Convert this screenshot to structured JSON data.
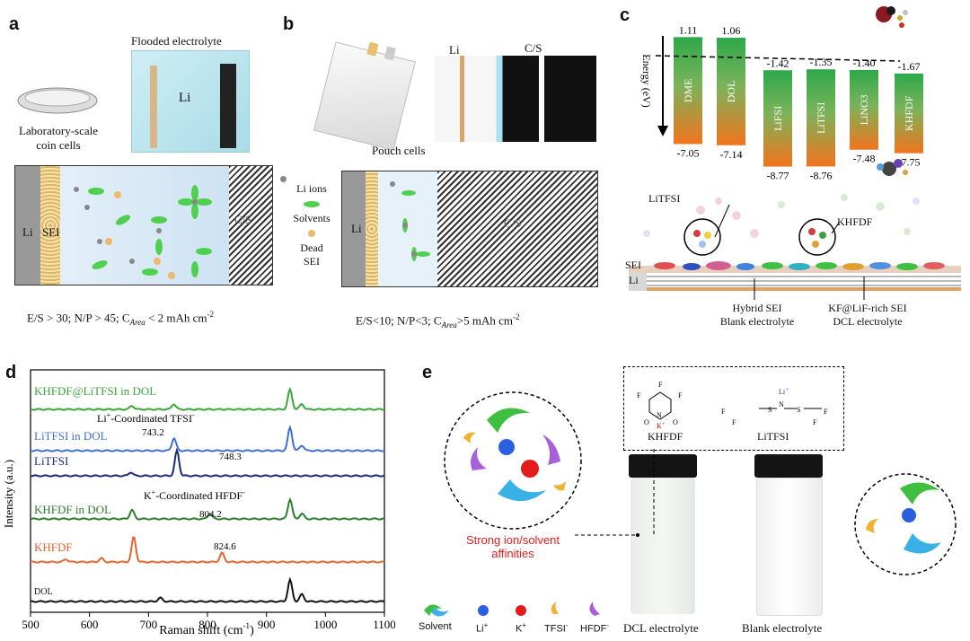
{
  "panels": {
    "a": {
      "label": "a",
      "flooded": "Flooded electrolyte",
      "li": "Li",
      "coin1": "Laboratory-scale",
      "coin2": "coin cells",
      "sei": "SEI",
      "li_side": "Li",
      "cs": "C/S",
      "condition": "E/S > 30; N/P  > 45; C",
      "condition_sub": "Area",
      "condition_tail": " < 2 mAh cm",
      "condition_sup": "-2"
    },
    "b": {
      "label": "b",
      "li_top": "Li",
      "cs_top": "C/S",
      "pouch": "Pouch cells",
      "li": "Li",
      "cs": "C/S",
      "legend_li_ions": "Li ions",
      "legend_solvents": "Solvents",
      "legend_dead1": "Dead",
      "legend_dead2": "SEI",
      "condition": "E/S<10; N/P<3; C",
      "condition_sub": "Area",
      "condition_tail": ">5 mAh cm",
      "condition_sup": "-2"
    },
    "c": {
      "label": "c",
      "yaxis": "Energy (eV)",
      "bars": [
        {
          "name": "DME",
          "top": "1.11",
          "bottom": "-7.05"
        },
        {
          "name": "DOL",
          "top": "1.06",
          "bottom": "-7.14"
        },
        {
          "name": "LiFSI",
          "top": "-1.42",
          "bottom": "-8.77"
        },
        {
          "name": "LiTFSI",
          "top": "-1.35",
          "bottom": "-8.76"
        },
        {
          "name": "LiNO3",
          "top": "-1.40",
          "bottom": "-7.48"
        },
        {
          "name": "KHFDF",
          "top": "-1.67",
          "bottom": "-7.75"
        }
      ],
      "litfsi": "LiTFSI",
      "khfdf": "KHFDF",
      "sei": "SEI",
      "li": "Li",
      "left1": "Hybrid SEI",
      "left2": "Blank electrolyte",
      "right1": "KF@LiF-rich SEI",
      "right2": "DCL electrolyte"
    },
    "d": {
      "label": "d",
      "xlabel": "Raman shift (cm",
      "xlabel_sup": "-1",
      "xlabel_tail": ")",
      "ylabel": "Intensity (a.u.)",
      "traces": [
        {
          "name": "KHFDF@LiTFSI in DOL",
          "color": "#3aa63a"
        },
        {
          "name": "LiTFSI in DOL",
          "color": "#3f6fd6"
        },
        {
          "name": "LiTFSI",
          "color": "#1c2a7a"
        },
        {
          "name": "KHFDF in DOL",
          "color": "#2e7d2e"
        },
        {
          "name": "KHFDF",
          "color": "#e8642c"
        },
        {
          "name": "DOL",
          "color": "#111111"
        }
      ],
      "ann_li": "Li",
      "ann_li_tail": "-Coordinated TFSI",
      "ann_k": "K",
      "ann_k_tail": "-Coordinated HFDF",
      "peak1": "743.2",
      "peak2": "748.3",
      "peak3": "804.2",
      "peak4": "824.6"
    },
    "e": {
      "label": "e",
      "khfdf": "KHFDF",
      "litfsi": "LiTFSI",
      "strong1": "Strong ion/solvent",
      "strong2": "affinities",
      "dcl": "DCL electrolyte",
      "blank": "Blank electrolyte",
      "leg_solvent": "Solvent",
      "leg_li": "Li",
      "leg_k": "K",
      "leg_tfsi": "TFSI",
      "leg_hfdf": "HFDF"
    }
  },
  "chart_data": {
    "type": "line",
    "xlabel": "Raman shift (cm-1)",
    "ylabel": "Intensity (a.u.)",
    "xlim": [
      500,
      1100
    ],
    "xticks": [
      500,
      600,
      700,
      800,
      900,
      1000,
      1100
    ],
    "series": [
      {
        "name": "KHFDF@LiTFSI in DOL",
        "peaks": [
          672,
          743,
          940
        ]
      },
      {
        "name": "LiTFSI in DOL",
        "peaks": [
          743.2,
          940
        ]
      },
      {
        "name": "LiTFSI",
        "peaks": [
          748.3
        ]
      },
      {
        "name": "KHFDF in DOL",
        "peaks": [
          672,
          804.2,
          940
        ]
      },
      {
        "name": "KHFDF",
        "peaks": [
          675,
          824.6
        ]
      },
      {
        "name": "DOL",
        "peaks": [
          720,
          940
        ]
      }
    ]
  }
}
